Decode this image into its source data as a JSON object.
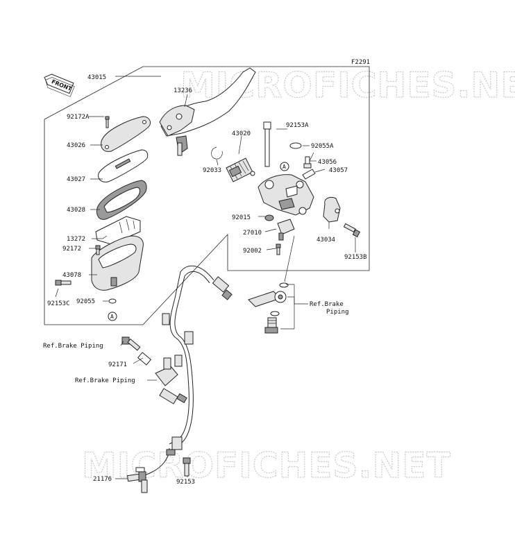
{
  "diagram": {
    "figure_code": "F2291",
    "front_arrow_text": "FRONT",
    "watermark": "MICROFICHES.NET",
    "ref_marker": "A",
    "colors": {
      "line": "#222222",
      "watermark": "#c9c9c9",
      "part_fill": "#e4e4e4"
    }
  },
  "labels": {
    "p43015": "43015",
    "p13236": "13236",
    "p92172a": "92172A",
    "p43026": "43026",
    "p43027": "43027",
    "p43028": "43028",
    "p13272": "13272",
    "p92172": "92172",
    "p43078": "43078",
    "p92153c": "92153C",
    "p92055": "92055",
    "p43020": "43020",
    "p92033": "92033",
    "p92153a": "92153A",
    "p92055a": "92055A",
    "p43056": "43056",
    "p43057": "43057",
    "p92015": "92015",
    "p27010": "27010",
    "p92002": "92002",
    "p43034": "43034",
    "p92153b": "92153B",
    "ref_brake_1": "Ref.Brake",
    "ref_brake_1b": "Piping",
    "ref_brake_2": "Ref.Brake Piping",
    "p92171": "92171",
    "ref_brake_3": "Ref.Brake Piping",
    "p21176": "21176",
    "p92153": "92153"
  }
}
